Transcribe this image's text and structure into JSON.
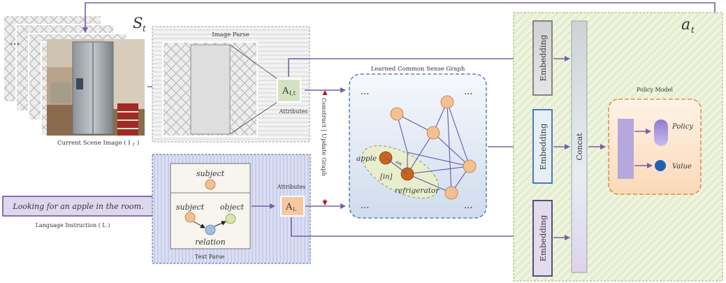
{
  "state_label": "S",
  "state_sub": "t",
  "action_label": "a",
  "action_sub": "t",
  "stack_ellipsis": "...",
  "current_scene_label": "Current Scene Image ( I",
  "current_scene_sub": "t",
  "current_scene_tail": ")",
  "image_parse": {
    "title": "Image Parse",
    "attr_box": "A",
    "attr_sub": "I,t",
    "attributes_label": "Attributes"
  },
  "text_parse": {
    "title": "Text Parse",
    "subject_top": "subject",
    "subject": "subject",
    "object": "object",
    "relation": "relation"
  },
  "text_attr": {
    "label": "Attributes",
    "box": "A",
    "box_sub": "L"
  },
  "language_instruction": {
    "text": "Looking for an apple in the room.",
    "caption": "Language Instruction ( L )"
  },
  "construct_update": "Construct | Update Graph",
  "graph": {
    "title": "Learned Common Sense Graph",
    "ellipsis": "...",
    "apple": "apple",
    "on": "on",
    "in": "[in]",
    "refrigerator": "refrigerator"
  },
  "embedding_label": "Embedding",
  "concat_label": "Concat",
  "policy_model": {
    "title": "Policy Model",
    "policy": "Policy",
    "value": "Value"
  },
  "colors": {
    "arrow": "#7a5ea8",
    "orange_node": "#f5bf8f",
    "dark_node": "#c8641c",
    "green_node": "#d9e6a8",
    "blue_node": "#9cc0e6",
    "value_node": "#1f5fb8",
    "policy_border": "#e07b28",
    "graph_border": "#3a6db5",
    "construct_red": "#b01818"
  }
}
